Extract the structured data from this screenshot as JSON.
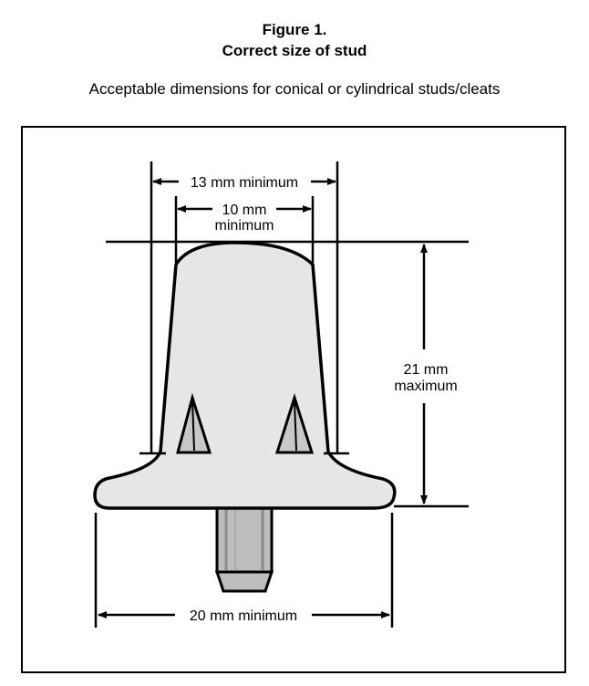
{
  "figure": {
    "label": "Figure 1.",
    "title": "Correct size of stud",
    "subtitle": "Acceptable dimensions for conical or cylindrical studs/cleats"
  },
  "dimensions": {
    "outer_width": "13 mm minimum",
    "tip_width_line1": "10 mm",
    "tip_width_line2": "minimum",
    "height_line1": "21 mm",
    "height_line2": "maximum",
    "base_width": "20 mm minimum"
  },
  "colors": {
    "stud_fill": "#e6e6e6",
    "triangle_fill": "#c8c8c8",
    "thread_fill": "#bdbdbd",
    "line": "#000000"
  }
}
